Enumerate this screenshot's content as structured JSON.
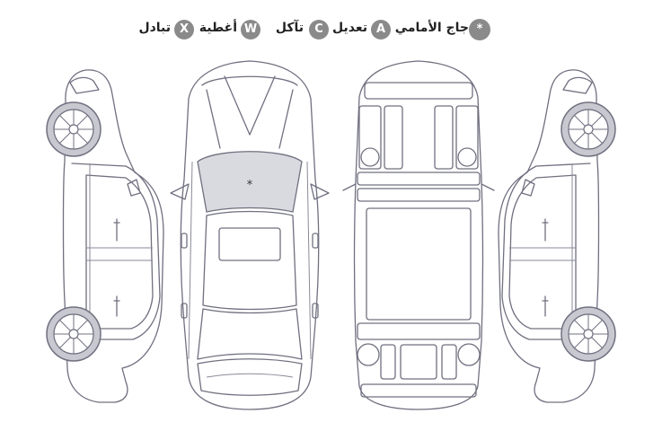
{
  "legend": [
    {
      "symbol": "*",
      "label": "جاج الأمامي"
    },
    {
      "symbol": "A",
      "label": "تعديل"
    },
    {
      "symbol": "C",
      "label": "تآكل"
    },
    {
      "symbol": "W",
      "label": "أغطية"
    },
    {
      "symbol": "X",
      "label": "تبادل"
    }
  ],
  "markers": [
    {
      "panel": "windshield",
      "symbol": "*"
    }
  ],
  "colors": {
    "badge": "#8a8a8a",
    "line": "#707080",
    "damage_fill": "#d9d9e0"
  }
}
